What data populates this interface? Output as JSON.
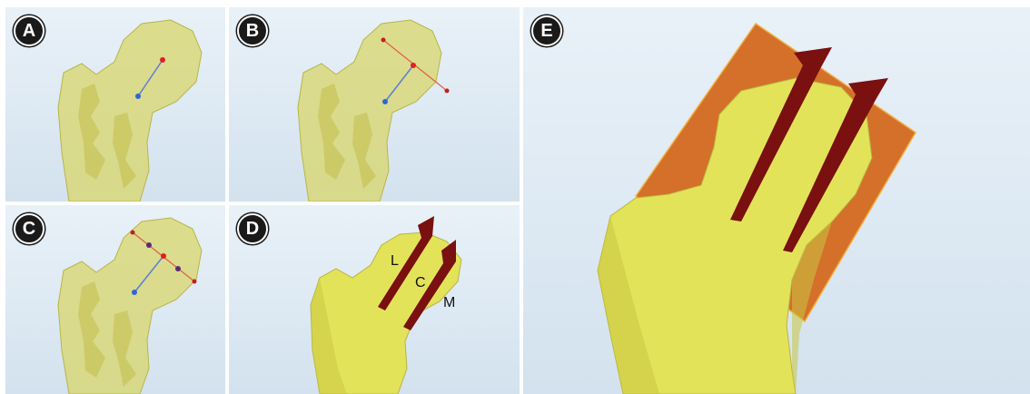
{
  "panels": [
    {
      "label": "A"
    },
    {
      "label": "B"
    },
    {
      "label": "C"
    },
    {
      "label": "D",
      "zones": [
        "L",
        "C",
        "M"
      ]
    },
    {
      "label": "E"
    }
  ],
  "colors": {
    "bone_fill": "#e3e35a",
    "bone_translucent": "#d8d66a",
    "cut_plane": "#d4702a",
    "blade": "#7a1010",
    "axis_line": "#5a7fd6",
    "neck_line": "#e06040",
    "marker_red": "#e02020",
    "marker_blue": "#2d66d8",
    "marker_purple": "#5a2a7a"
  }
}
